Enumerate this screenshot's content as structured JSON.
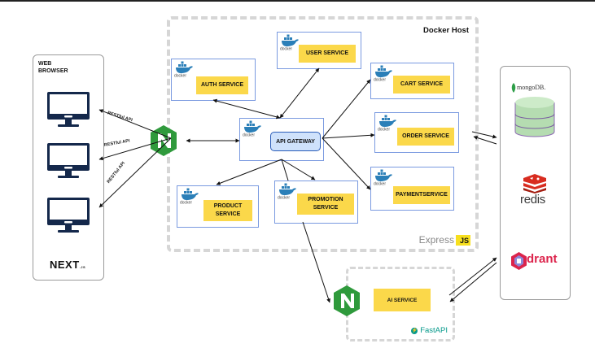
{
  "browser": {
    "title_line1": "WEB",
    "title_line2": "BROWSER",
    "monitor_count": 3,
    "framework_logo": "NEXT",
    "framework_logo_suffix": ".JS"
  },
  "edge_labels": {
    "browser_1": "RESTful API",
    "browser_2": "RESTful API",
    "browser_3": "RESTful API"
  },
  "docker_host": {
    "title": "Docker Host",
    "framework_logo": "Express",
    "framework_logo_badge": "JS",
    "services": [
      {
        "id": "auth",
        "label": "AUTH SERVICE"
      },
      {
        "id": "user",
        "label": "USER SERVICE"
      },
      {
        "id": "cart",
        "label": "CART SERVICE"
      },
      {
        "id": "order",
        "label": "ORDER SERVICE"
      },
      {
        "id": "payment",
        "label": "PAYMENTSERVICE"
      },
      {
        "id": "product",
        "label_line1": "PRODUCT",
        "label_line2": "SERVICE"
      },
      {
        "id": "promotion",
        "label_line1": "PROMOTION",
        "label_line2": "SERVICE"
      }
    ],
    "gateway": {
      "label": "API GATEWAY"
    },
    "docker_badge_text": "docker"
  },
  "databases": {
    "mongodb": "mongoDB.",
    "redis": "redis",
    "qdrant": "drant"
  },
  "ai_host": {
    "service_label": "AI SERVICE",
    "framework_logo": "FastAPI"
  },
  "colors": {
    "service_label_bg": "#fbd84a",
    "service_border": "#7a9ae0",
    "gateway_fill": "#cfe2fb",
    "gateway_border": "#2a5cb8",
    "nginx_green": "#2f9a3c",
    "docker_blue": "#2b7fb8",
    "monitor_navy": "#14284b",
    "mongo_green": "#b5dcb1",
    "redis_red": "#d82c20",
    "qdrant_pink": "#dc244c",
    "fastapi_teal": "#05998b",
    "dashed_border": "#d6d6d6"
  }
}
